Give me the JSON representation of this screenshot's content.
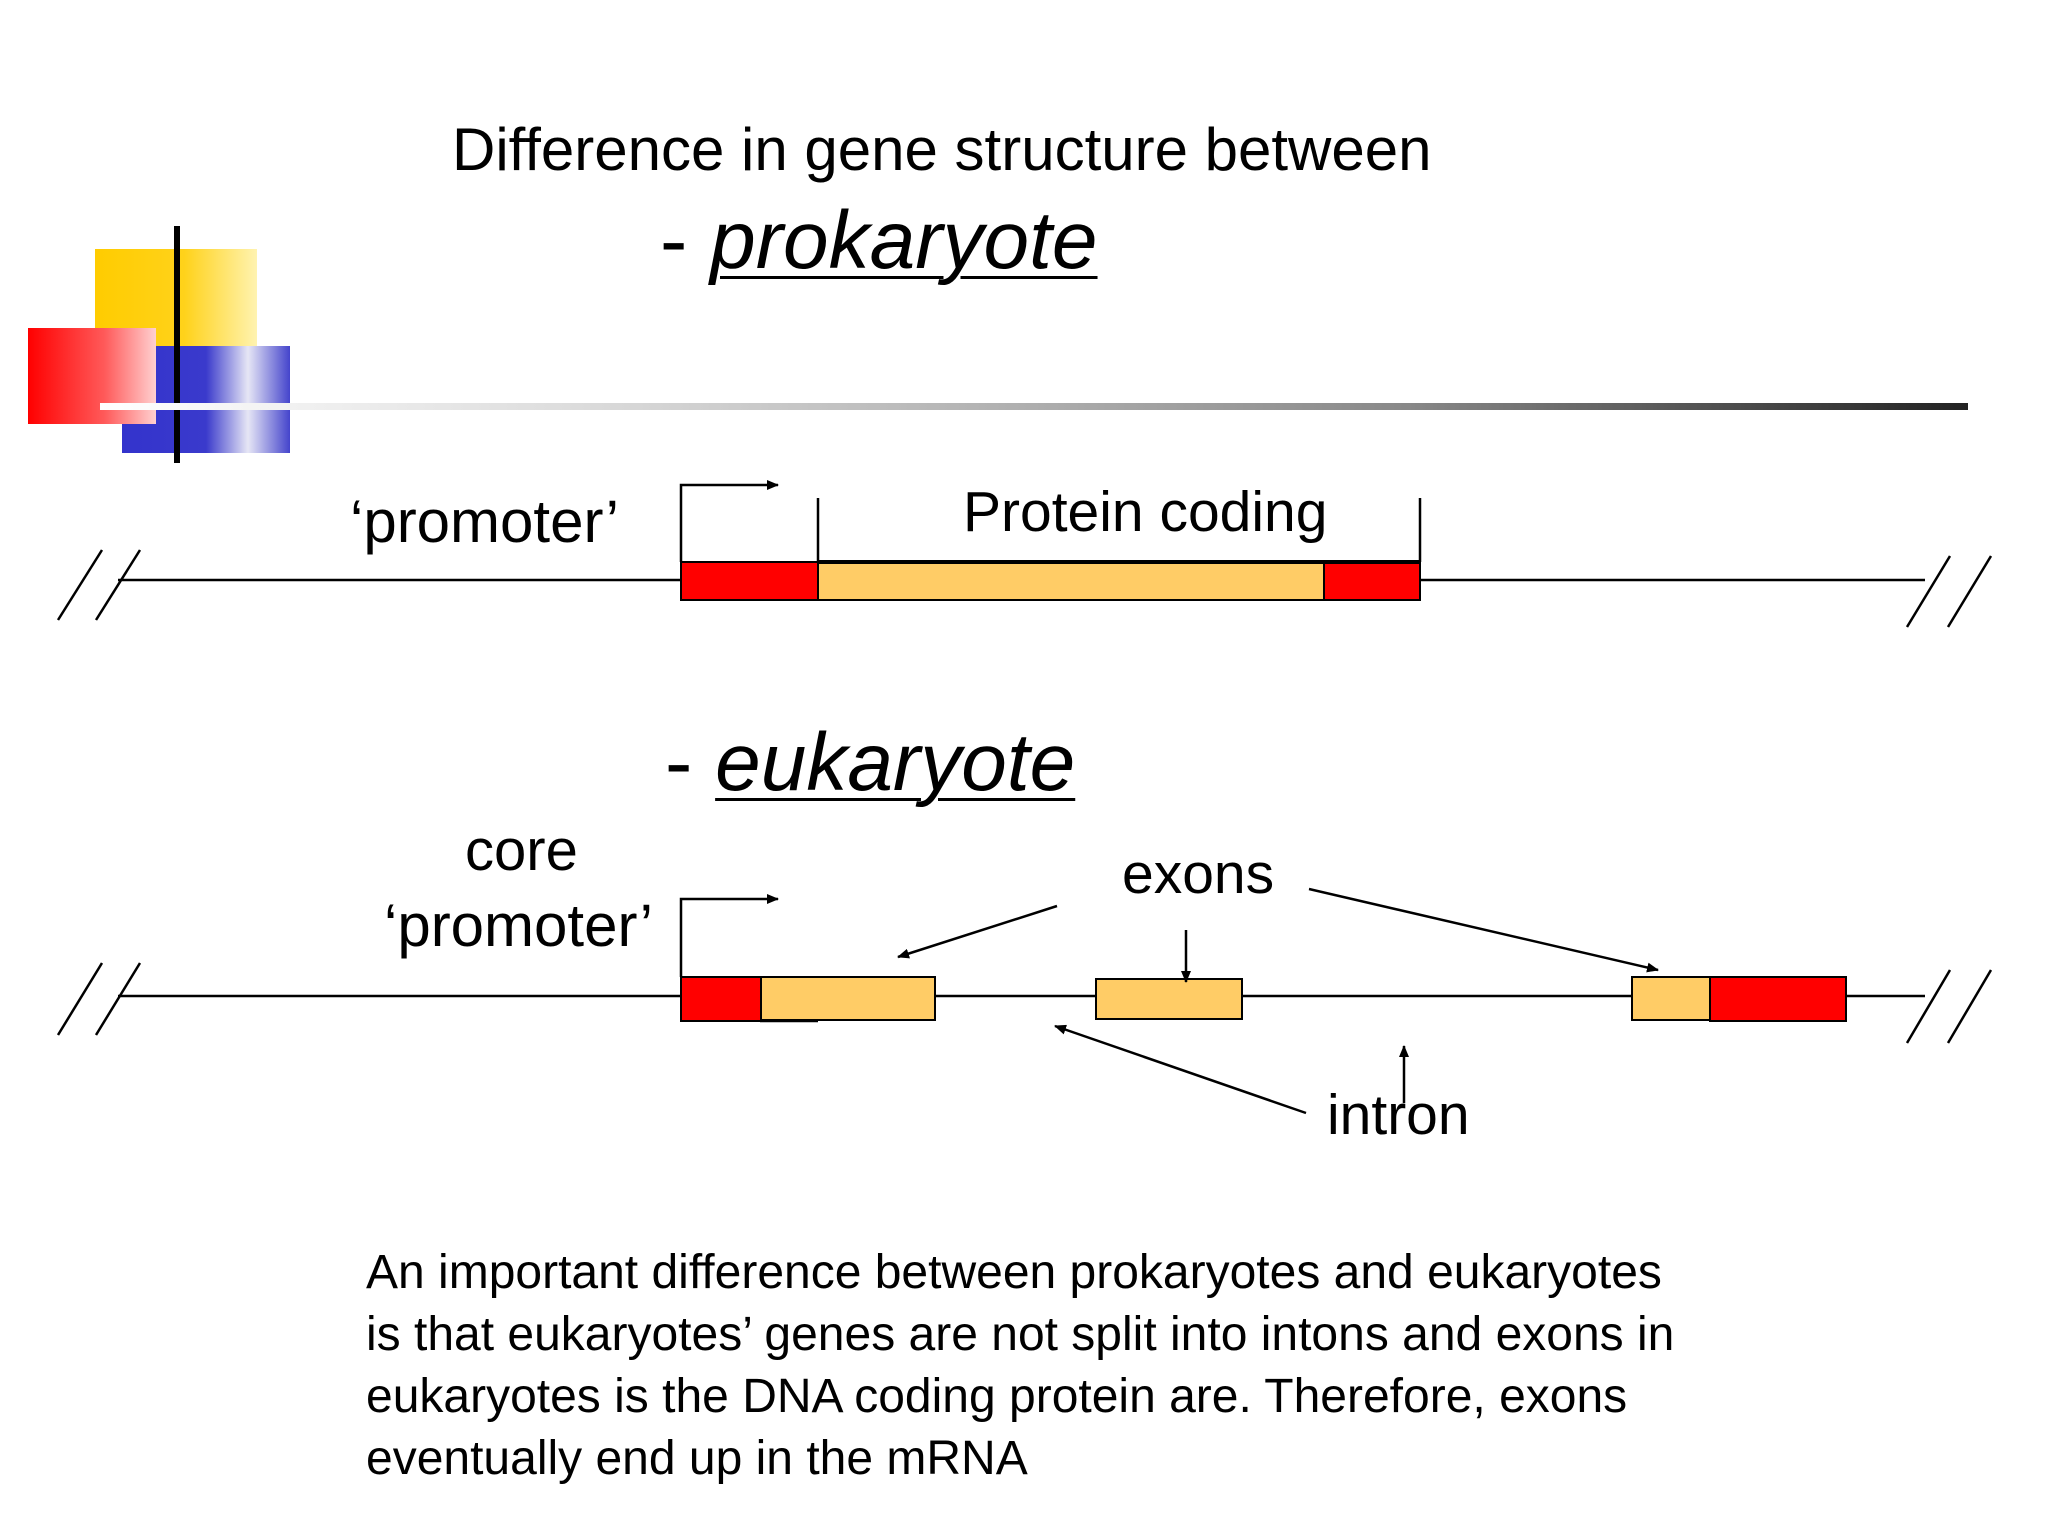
{
  "title": {
    "line": "Difference in gene structure between",
    "prokaryote_dash": "-",
    "prokaryote": "prokaryote",
    "eukaryote_dash": "-",
    "eukaryote": "eukaryote"
  },
  "prokaryote_diagram": {
    "promoter_label": "‘promoter’",
    "coding_label": "Protein coding"
  },
  "eukaryote_diagram": {
    "core_label": "core",
    "promoter_label": "‘promoter’",
    "exons_label": "exons",
    "intron_label": "intron"
  },
  "paragraph": {
    "lines": [
      "An important difference between prokaryotes and eukaryotes",
      "is that eukaryotes’ genes are not split into intons and exons in",
      "eukaryotes is the DNA coding protein are. Therefore, exons",
      "eventually end up in the mRNA"
    ]
  },
  "colors": {
    "yellow": "#ffcc00",
    "red": "#ff0000",
    "blue": "#3333cc",
    "exon": "#ffcc66",
    "utr": "#ff0000",
    "line": "#000000"
  }
}
